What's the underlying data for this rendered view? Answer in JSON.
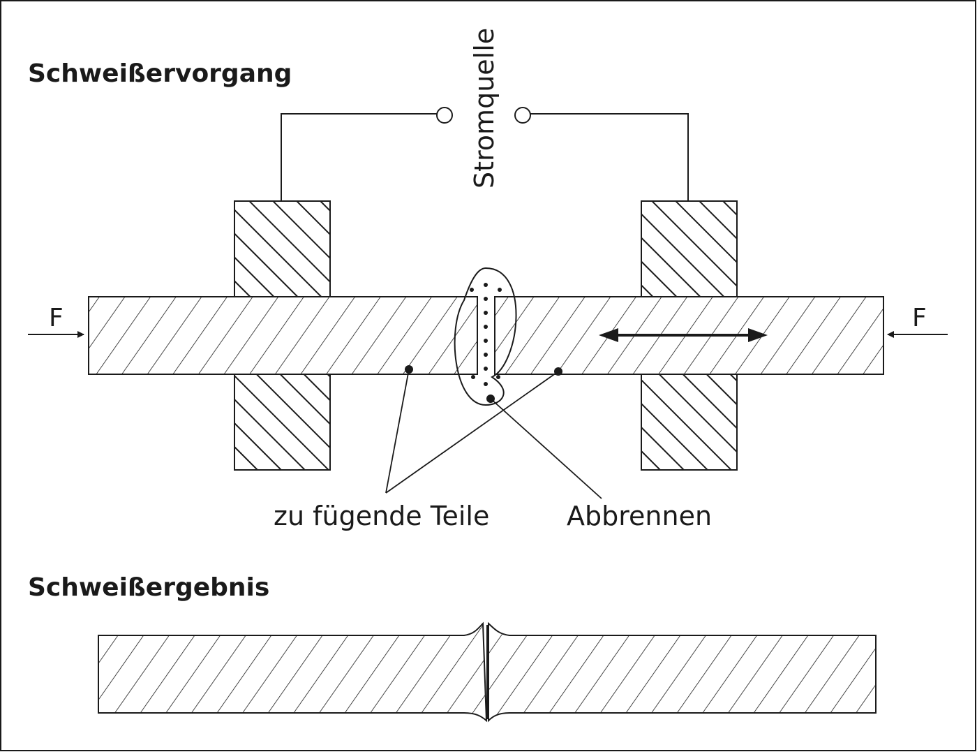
{
  "headings": {
    "process": "Schweißervorgang",
    "result": "Schweißergebnis"
  },
  "labels": {
    "power_source": "Stromquelle",
    "parts": "zu fügende Teile",
    "burn_off": "Abbrennen",
    "force_left": "F",
    "force_right": "F"
  },
  "colors": {
    "ink": "#1a1a1a",
    "background": "#ffffff"
  }
}
